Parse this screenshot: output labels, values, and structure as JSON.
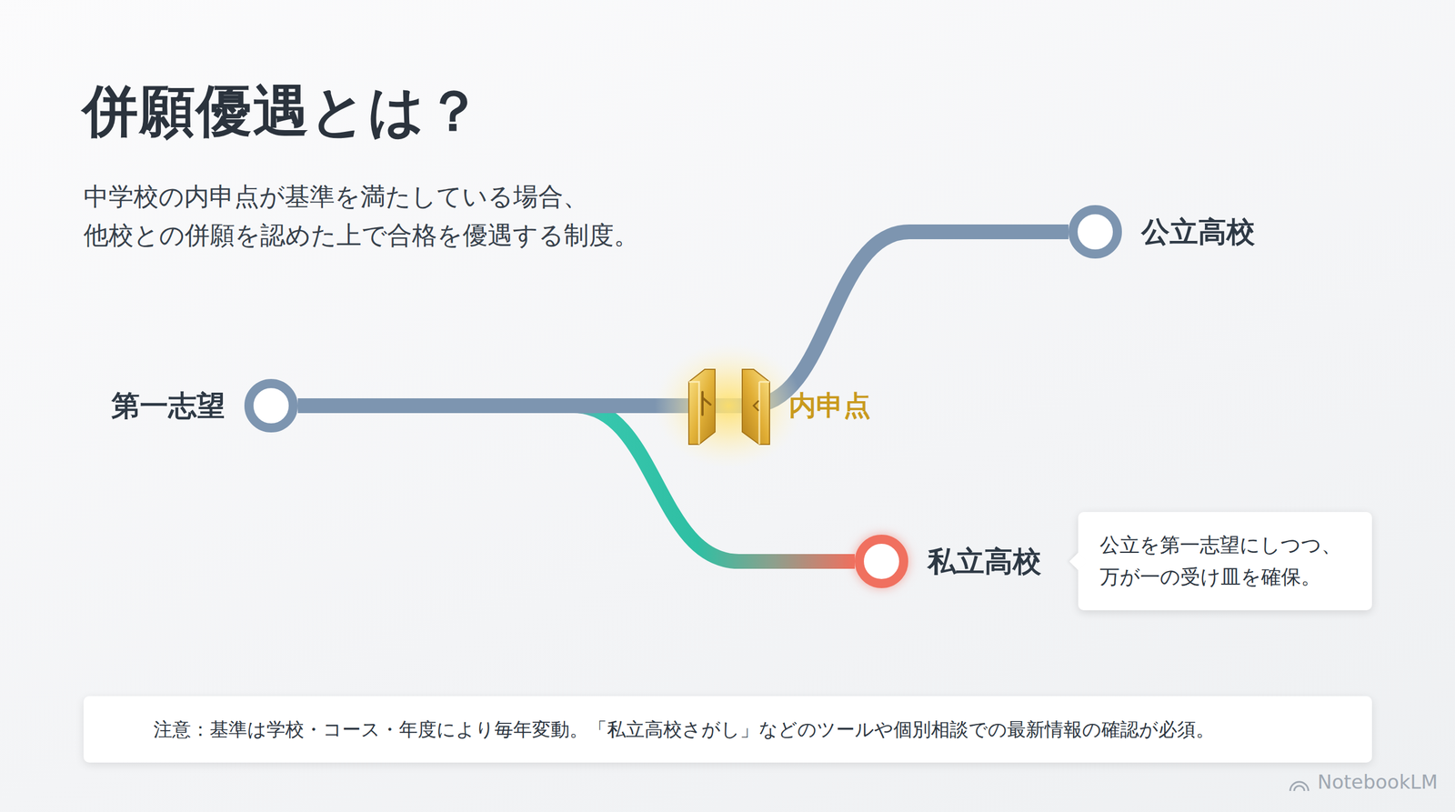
{
  "diagram": {
    "title": "併願優遇とは？",
    "nodes": [
      {
        "text": [
          "第一志望"
        ]
      },
      {
        "text": [
          "公立高校"
        ]
      },
      {
        "text": [
          "私立高校"
        ]
      },
      {
        "text": [
          "公立を第一志望にしつつ、 万が一の受け皿を確保。"
        ]
      },
      {
        "text": [
          "注意：基準は学校・コース・年度により毎年変動。「私立高校さがし」などのツールや個別相談での最新情報の確認が必須。"
        ]
      }
    ],
    "edges": [
      {
        "from": 0,
        "to": 1,
        "arrow": "none"
      },
      {
        "from": 0,
        "to": 2,
        "arrow": "none"
      }
    ],
    "labels": [
      "中学校の内申点が基準を満たしている場合、 他校との併願を認めた上で合格を優遇する制度。",
      "内申点",
      "NotebookLM"
    ]
  }
}
